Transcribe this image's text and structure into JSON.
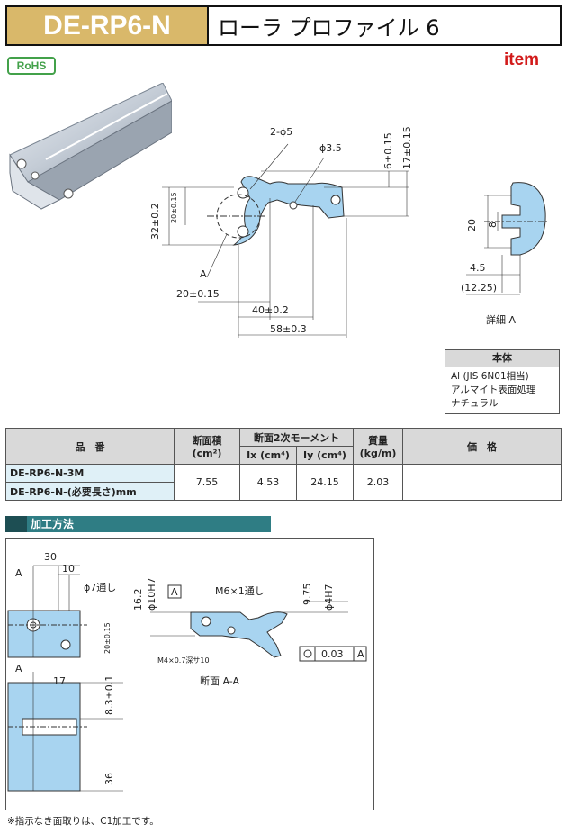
{
  "header": {
    "code": "DE-RP6-N",
    "name": "ローラ プロファイル 6"
  },
  "badges": {
    "rohs": "RoHS",
    "brand": "item"
  },
  "drawing": {
    "label_2phi5": "2-ϕ5",
    "label_phi35": "ϕ3.5",
    "label_32": "32±0.2",
    "label_20b": "20±0.15",
    "label_6": "6±0.15",
    "label_17": "17±0.15",
    "label_A": "A",
    "label_20": "20±0.15",
    "label_40": "40±0.2",
    "label_58": "58±0.3",
    "detail_20": "20",
    "detail_8": "8",
    "detail_45": "4.5",
    "detail_1225": "(12.25)",
    "detail_caption": "詳細 A"
  },
  "material": {
    "title": "本体",
    "lines": [
      "Al (JIS 6N01相当)",
      "アルマイト表面処理",
      "ナチュラル"
    ]
  },
  "spec_table": {
    "headers": {
      "part": "品　番",
      "area": "断面積",
      "area_unit": "(cm²)",
      "moment": "断面2次モーメント",
      "ix": "Ix (cm⁴)",
      "iy": "Iy (cm⁴)",
      "mass": "質量",
      "mass_unit": "(kg/m)",
      "price": "価　格"
    },
    "rows": {
      "part1": "DE-RP6-N-3M",
      "part2": "DE-RP6-N-(必要長さ)mm",
      "area": "7.55",
      "ix": "4.53",
      "iy": "24.15",
      "mass": "2.03",
      "price": ""
    }
  },
  "machining": {
    "title": "加工方法",
    "d30": "30",
    "d10": "10",
    "phi7": "ϕ7通し",
    "d20": "20±0.15",
    "d17": "17",
    "d83": "8.3±0.1",
    "d36": "36",
    "d162": "16.2",
    "phi10h7": "ϕ10H7",
    "m6": "M6×1通し",
    "d975": "9.75",
    "phi4h7": "ϕ4H7",
    "m4": "M4×0.7深サ10",
    "coax": "0.03",
    "datum": "A",
    "section": "断面 A-A"
  },
  "footnote": "※指示なき面取りは、C1加工です。",
  "colors": {
    "gold": "#d9b86a",
    "teal": "#2f7d84",
    "blue_fill": "#a8d4f0",
    "red_brand": "#d21a1a",
    "green_rohs": "#43a14a"
  }
}
